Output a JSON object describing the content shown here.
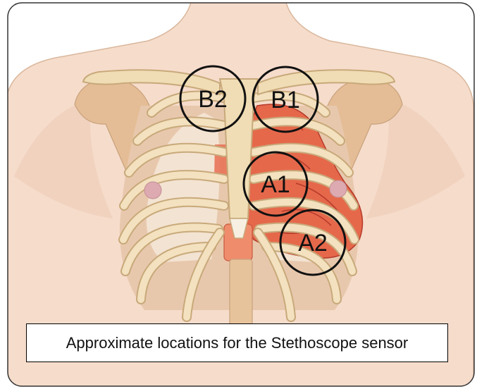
{
  "locations": [
    {
      "id": "B2",
      "label": "B2"
    },
    {
      "id": "B1",
      "label": "B1"
    },
    {
      "id": "A1",
      "label": "A1"
    },
    {
      "id": "A2",
      "label": "A2"
    }
  ],
  "caption": "Approximate locations for the Stethoscope sensor",
  "colors": {
    "skin": "#f6dccb",
    "bone": "#f0ddb5",
    "bone_outline": "#c8a97a",
    "shadow": "#e3c1a3",
    "scapula": "#e4bd96",
    "heart": "#e6684b",
    "heart_dark": "#c4432f",
    "nipple": "#dcaab0",
    "circle": "#111111",
    "frame": "#333333"
  }
}
